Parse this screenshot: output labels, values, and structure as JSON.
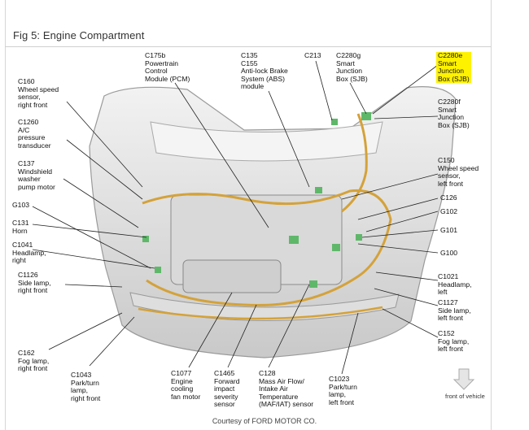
{
  "figure": {
    "title": "Fig 5: Engine Compartment",
    "credit": "Courtesy of FORD MOTOR CO.",
    "front_label": "front of vehicle"
  },
  "callouts": {
    "c175b": [
      "C175b",
      "Powertrain",
      "Control",
      "Module (PCM)"
    ],
    "c135": [
      "C135",
      "C155",
      "Anti-lock Brake",
      "System (ABS)",
      "module"
    ],
    "c213": [
      "C213"
    ],
    "c2280g": [
      "C2280g",
      "Smart",
      "Junction",
      "Box (SJB)"
    ],
    "c2280e": [
      "C2280e",
      "Smart",
      "Junction",
      "Box (SJB)"
    ],
    "c2280f": [
      "C2280f",
      "Smart",
      "Junction",
      "Box (SJB)"
    ],
    "c160": [
      "C160",
      "Wheel speed",
      "sensor,",
      "right front"
    ],
    "c1260": [
      "C1260",
      "A/C",
      "pressure",
      "transducer"
    ],
    "c137": [
      "C137",
      "Windshield",
      "washer",
      "pump motor"
    ],
    "g103": [
      "G103"
    ],
    "c131": [
      "C131",
      "Horn"
    ],
    "c1041": [
      "C1041",
      "Headlamp,",
      "right"
    ],
    "c1126": [
      "C1126",
      "Side lamp,",
      "right front"
    ],
    "c162": [
      "C162",
      "Fog lamp,",
      "right front"
    ],
    "c1043": [
      "C1043",
      "Park/turn",
      "lamp,",
      "right front"
    ],
    "c1077": [
      "C1077",
      "Engine",
      "cooling",
      "fan motor"
    ],
    "c1465": [
      "C1465",
      "Forward",
      "impact",
      "severity",
      "sensor"
    ],
    "c128": [
      "C128",
      "Mass Air Flow/",
      "Intake Air",
      "Temperature",
      "(MAF/IAT) sensor"
    ],
    "c1023": [
      "C1023",
      "Park/turn",
      "lamp,",
      "left front"
    ],
    "c150": [
      "C150",
      "Wheel speed",
      "sensor,",
      "left front"
    ],
    "c126": [
      "C126"
    ],
    "g102": [
      "G102"
    ],
    "g101": [
      "G101"
    ],
    "g100": [
      "G100"
    ],
    "c1021": [
      "C1021",
      "Headlamp,",
      "left"
    ],
    "c1127": [
      "C1127",
      "Side lamp,",
      "left front"
    ],
    "c152": [
      "C152",
      "Fog lamp,",
      "left front"
    ]
  },
  "colors": {
    "highlight": "#fff200",
    "harness": "#d4a23a",
    "connector": "#5fb86a",
    "body": "#e6e6e6"
  }
}
